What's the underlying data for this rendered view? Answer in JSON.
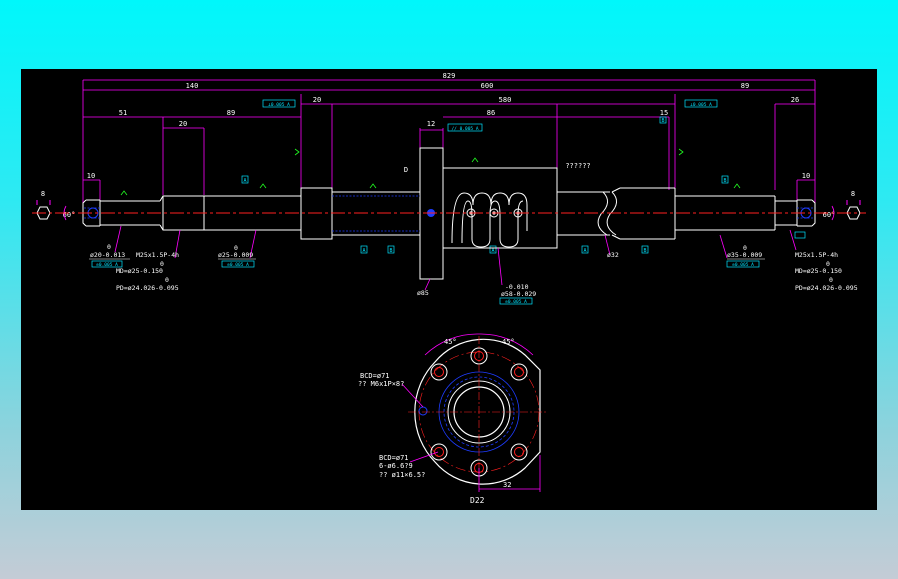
{
  "colors": {
    "background": "#000000",
    "outline": "#ffffff",
    "dimension": "#ff00ff",
    "text": "#ffffff",
    "centerline": "#ff2020",
    "hidden": "#1e3cff",
    "annotation": "#00e5ff",
    "weld": "#22ff22",
    "frame": "#00f7fb"
  },
  "dims": {
    "overall": "829",
    "left_span": "140",
    "screw_length": "600",
    "right_span": "89",
    "gap_left": "20",
    "shaft_left": "580",
    "right_end": "26",
    "journal_left": "51",
    "thread_left": "20",
    "seat_left": "89",
    "nut_flange": "12",
    "nut_body": "86",
    "nut_offset": "15",
    "end_left": "10",
    "end_right": "10",
    "hex_left": "8",
    "hex_right": "8",
    "chamfer_left": "60°",
    "chamfer_right": "60°",
    "nut_datum": "D",
    "help_text": "??????"
  },
  "tolerance_frames": {
    "top_left": "⊥0.005 A",
    "top_right": "⊥0.005 A",
    "nut_top": "// 0.005 A",
    "left_small": "⊙0.005 A",
    "seat_left": "⊙0.005 A",
    "nut_bottom": "⊙0.005 A",
    "seat_right": "⊙0.005 A",
    "right_small": "⊙0.005 A"
  },
  "datums": {
    "a": "A",
    "b": "B",
    "c": "A",
    "d": "B",
    "e": "A",
    "f": "B",
    "g": "A",
    "h": "B"
  },
  "labels": {
    "left_journal_dia": "ø20-0.013",
    "left_journal_top": "0",
    "left_thread": "M25x1.5P-4h",
    "left_md_top": "0",
    "left_md": "MD=ø25-0.150",
    "left_pd_top": "0",
    "left_pd": "PD=ø24.026-0.095",
    "left_seat_top": "0",
    "left_seat": "ø25-0.009",
    "nut_flange_dia": "ø85",
    "nut_body_top": "-0.010",
    "nut_body": "ø58-0.029",
    "screw_dia": "ø32",
    "right_seat_top": "0",
    "right_seat": "ø35-0.009",
    "right_thread": "M25x1.5P-4h",
    "right_md_top": "0",
    "right_md": "MD=ø25-0.150",
    "right_pd_top": "0",
    "right_pd": "PD=ø24.026-0.095"
  },
  "flange": {
    "angle_left": "45°",
    "angle_right": "45°",
    "bcd_top": "BCD=ø71",
    "tap": "?? M6x1P×8?",
    "bcd_bottom": "BCD=ø71",
    "holes": "6-ø6.6?9",
    "counterbore": "?? ø11×6.5?",
    "width": "32",
    "model": "D22"
  }
}
